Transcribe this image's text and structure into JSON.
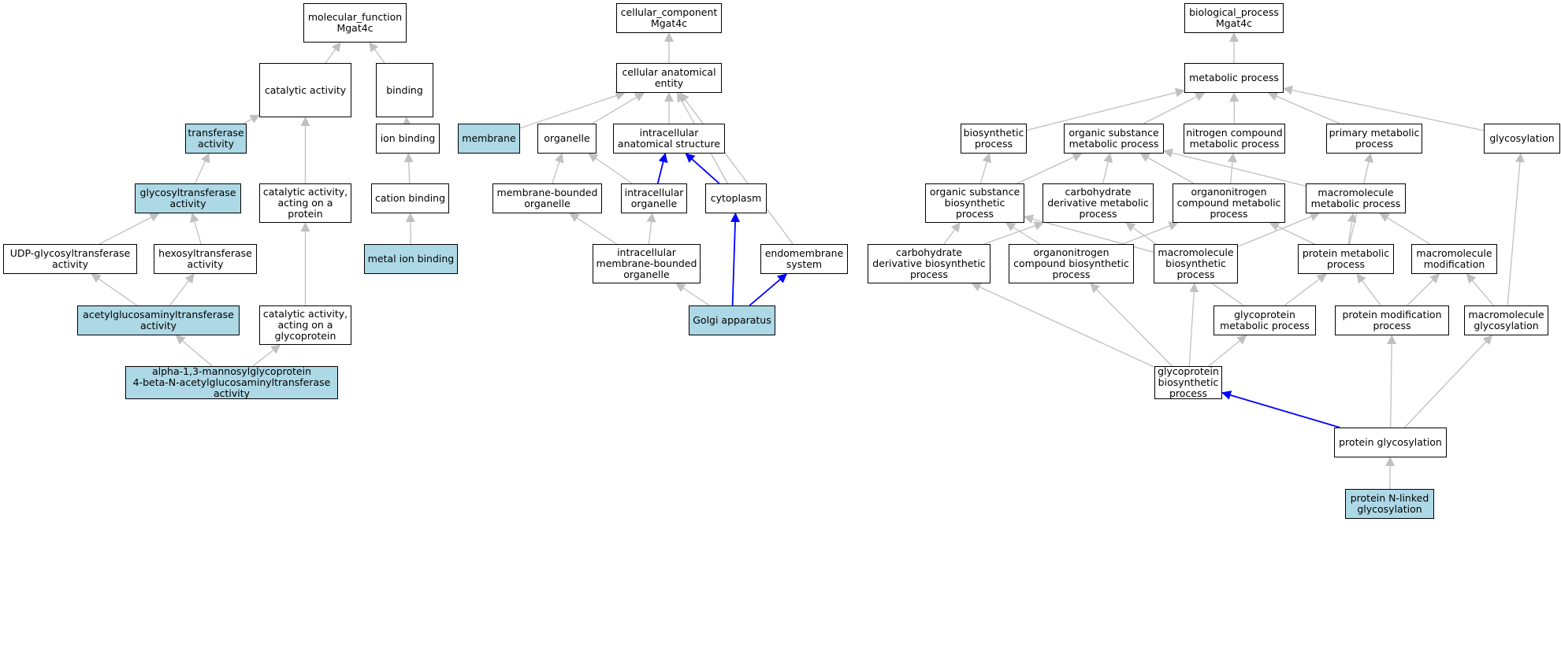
{
  "colors": {
    "highlight_fill": "#add8e6",
    "plain_fill": "#ffffff",
    "edge_gray": "#c0c0c0",
    "edge_blue": "#0000ff",
    "border": "#000000"
  },
  "nodes": {
    "mf_root": {
      "label": "molecular_function\nMgat4c",
      "highlighted": false
    },
    "catalytic": {
      "label": "catalytic activity",
      "highlighted": false
    },
    "binding": {
      "label": "binding",
      "highlighted": false
    },
    "transferase": {
      "label": "transferase\nactivity",
      "highlighted": true
    },
    "ion_binding": {
      "label": "ion binding",
      "highlighted": false
    },
    "glycosyltransferase": {
      "label": "glycosyltransferase\nactivity",
      "highlighted": true
    },
    "cat_protein": {
      "label": "catalytic activity,\nacting on a\nprotein",
      "highlighted": false
    },
    "cation_binding": {
      "label": "cation binding",
      "highlighted": false
    },
    "udp_glyco": {
      "label": "UDP-glycosyltransferase\nactivity",
      "highlighted": false
    },
    "hexosyl": {
      "label": "hexosyltransferase\nactivity",
      "highlighted": false
    },
    "metal_ion": {
      "label": "metal ion binding",
      "highlighted": true
    },
    "acetylglucos": {
      "label": "acetylglucosaminyltransferase\nactivity",
      "highlighted": true
    },
    "cat_glycoprotein": {
      "label": "catalytic activity,\nacting on a\nglycoprotein",
      "highlighted": false
    },
    "alpha13": {
      "label": "alpha-1,3-mannosylglycoprotein\n4-beta-N-acetylglucosaminyltransferase\nactivity",
      "highlighted": true
    },
    "cc_root": {
      "label": "cellular_component\nMgat4c",
      "highlighted": false
    },
    "cae": {
      "label": "cellular anatomical\nentity",
      "highlighted": false
    },
    "membrane": {
      "label": "membrane",
      "highlighted": true
    },
    "organelle": {
      "label": "organelle",
      "highlighted": false
    },
    "ias": {
      "label": "intracellular\nanatomical structure",
      "highlighted": false
    },
    "mbo": {
      "label": "membrane-bounded\norganelle",
      "highlighted": false
    },
    "io": {
      "label": "intracellular\norganelle",
      "highlighted": false
    },
    "cytoplasm": {
      "label": "cytoplasm",
      "highlighted": false
    },
    "imbo": {
      "label": "intracellular\nmembrane-bounded\norganelle",
      "highlighted": false
    },
    "endomembrane": {
      "label": "endomembrane\nsystem",
      "highlighted": false
    },
    "golgi": {
      "label": "Golgi apparatus",
      "highlighted": true
    },
    "bp_root": {
      "label": "biological_process\nMgat4c",
      "highlighted": false
    },
    "metabolic": {
      "label": "metabolic process",
      "highlighted": false
    },
    "biosynthetic": {
      "label": "biosynthetic\nprocess",
      "highlighted": false
    },
    "osmp": {
      "label": "organic substance\nmetabolic process",
      "highlighted": false
    },
    "ncmp": {
      "label": "nitrogen compound\nmetabolic process",
      "highlighted": false
    },
    "pmp": {
      "label": "primary metabolic\nprocess",
      "highlighted": false
    },
    "glycosylation": {
      "label": "glycosylation",
      "highlighted": false
    },
    "osbp": {
      "label": "organic substance\nbiosynthetic\nprocess",
      "highlighted": false
    },
    "cdmp": {
      "label": "carbohydrate\nderivative metabolic\nprocess",
      "highlighted": false
    },
    "ocmp": {
      "label": "organonitrogen\ncompound metabolic\nprocess",
      "highlighted": false
    },
    "mmp": {
      "label": "macromolecule\nmetabolic process",
      "highlighted": false
    },
    "cdbp": {
      "label": "carbohydrate\nderivative biosynthetic\nprocess",
      "highlighted": false
    },
    "ocbp": {
      "label": "organonitrogen\ncompound biosynthetic\nprocess",
      "highlighted": false
    },
    "mbp": {
      "label": "macromolecule\nbiosynthetic\nprocess",
      "highlighted": false
    },
    "protmp": {
      "label": "protein metabolic\nprocess",
      "highlighted": false
    },
    "macmod": {
      "label": "macromolecule\nmodification",
      "highlighted": false
    },
    "gpmp": {
      "label": "glycoprotein\nmetabolic process",
      "highlighted": false
    },
    "pmodp": {
      "label": "protein modification\nprocess",
      "highlighted": false
    },
    "macglyc": {
      "label": "macromolecule\nglycosylation",
      "highlighted": false
    },
    "gpbp": {
      "label": "glycoprotein\nbiosynthetic\nprocess",
      "highlighted": false
    },
    "protglyc": {
      "label": "protein glycosylation",
      "highlighted": false
    },
    "pnlg": {
      "label": "protein N-linked\nglycosylation",
      "highlighted": true
    }
  },
  "edges": [
    {
      "from": "catalytic",
      "to": "mf_root",
      "color": "gray"
    },
    {
      "from": "binding",
      "to": "mf_root",
      "color": "gray"
    },
    {
      "from": "transferase",
      "to": "catalytic",
      "color": "gray"
    },
    {
      "from": "cat_protein",
      "to": "catalytic",
      "color": "gray"
    },
    {
      "from": "ion_binding",
      "to": "binding",
      "color": "gray"
    },
    {
      "from": "glycosyltransferase",
      "to": "transferase",
      "color": "gray"
    },
    {
      "from": "cation_binding",
      "to": "ion_binding",
      "color": "gray"
    },
    {
      "from": "udp_glyco",
      "to": "glycosyltransferase",
      "color": "gray"
    },
    {
      "from": "hexosyl",
      "to": "glycosyltransferase",
      "color": "gray"
    },
    {
      "from": "metal_ion",
      "to": "cation_binding",
      "color": "gray"
    },
    {
      "from": "acetylglucos",
      "to": "udp_glyco",
      "color": "gray"
    },
    {
      "from": "acetylglucos",
      "to": "hexosyl",
      "color": "gray"
    },
    {
      "from": "cat_glycoprotein",
      "to": "cat_protein",
      "color": "gray"
    },
    {
      "from": "alpha13",
      "to": "acetylglucos",
      "color": "gray"
    },
    {
      "from": "alpha13",
      "to": "cat_glycoprotein",
      "color": "gray"
    },
    {
      "from": "cae",
      "to": "cc_root",
      "color": "gray"
    },
    {
      "from": "membrane",
      "to": "cae",
      "color": "gray"
    },
    {
      "from": "organelle",
      "to": "cae",
      "color": "gray"
    },
    {
      "from": "ias",
      "to": "cae",
      "color": "gray"
    },
    {
      "from": "cytoplasm",
      "to": "cae",
      "color": "gray"
    },
    {
      "from": "endomembrane",
      "to": "cae",
      "color": "gray"
    },
    {
      "from": "mbo",
      "to": "organelle",
      "color": "gray"
    },
    {
      "from": "io",
      "to": "organelle",
      "color": "gray"
    },
    {
      "from": "io",
      "to": "ias",
      "color": "blue"
    },
    {
      "from": "cytoplasm",
      "to": "ias",
      "color": "blue"
    },
    {
      "from": "imbo",
      "to": "mbo",
      "color": "gray"
    },
    {
      "from": "imbo",
      "to": "io",
      "color": "gray"
    },
    {
      "from": "golgi",
      "to": "imbo",
      "color": "gray"
    },
    {
      "from": "golgi",
      "to": "cytoplasm",
      "color": "blue"
    },
    {
      "from": "golgi",
      "to": "endomembrane",
      "color": "blue"
    },
    {
      "from": "metabolic",
      "to": "bp_root",
      "color": "gray"
    },
    {
      "from": "biosynthetic",
      "to": "metabolic",
      "color": "gray"
    },
    {
      "from": "osmp",
      "to": "metabolic",
      "color": "gray"
    },
    {
      "from": "ncmp",
      "to": "metabolic",
      "color": "gray"
    },
    {
      "from": "pmp",
      "to": "metabolic",
      "color": "gray"
    },
    {
      "from": "glycosylation",
      "to": "metabolic",
      "color": "gray"
    },
    {
      "from": "osbp",
      "to": "biosynthetic",
      "color": "gray"
    },
    {
      "from": "osbp",
      "to": "osmp",
      "color": "gray"
    },
    {
      "from": "cdmp",
      "to": "osmp",
      "color": "gray"
    },
    {
      "from": "ocmp",
      "to": "osmp",
      "color": "gray"
    },
    {
      "from": "ocmp",
      "to": "ncmp",
      "color": "gray"
    },
    {
      "from": "mmp",
      "to": "osmp",
      "color": "gray"
    },
    {
      "from": "cdbp",
      "to": "osbp",
      "color": "gray"
    },
    {
      "from": "cdbp",
      "to": "cdmp",
      "color": "gray"
    },
    {
      "from": "ocbp",
      "to": "osbp",
      "color": "gray"
    },
    {
      "from": "ocbp",
      "to": "ocmp",
      "color": "gray"
    },
    {
      "from": "mbp",
      "to": "osbp",
      "color": "gray"
    },
    {
      "from": "mbp",
      "to": "mmp",
      "color": "gray"
    },
    {
      "from": "protmp",
      "to": "ocmp",
      "color": "gray"
    },
    {
      "from": "protmp",
      "to": "mmp",
      "color": "gray"
    },
    {
      "from": "protmp",
      "to": "pmp",
      "color": "gray"
    },
    {
      "from": "macmod",
      "to": "mmp",
      "color": "gray"
    },
    {
      "from": "gpmp",
      "to": "cdmp",
      "color": "gray"
    },
    {
      "from": "gpmp",
      "to": "protmp",
      "color": "gray"
    },
    {
      "from": "pmodp",
      "to": "protmp",
      "color": "gray"
    },
    {
      "from": "pmodp",
      "to": "macmod",
      "color": "gray"
    },
    {
      "from": "macglyc",
      "to": "macmod",
      "color": "gray"
    },
    {
      "from": "macglyc",
      "to": "glycosylation",
      "color": "gray"
    },
    {
      "from": "gpbp",
      "to": "cdbp",
      "color": "gray"
    },
    {
      "from": "gpbp",
      "to": "ocbp",
      "color": "gray"
    },
    {
      "from": "gpbp",
      "to": "mbp",
      "color": "gray"
    },
    {
      "from": "gpbp",
      "to": "gpmp",
      "color": "gray"
    },
    {
      "from": "protglyc",
      "to": "gpbp",
      "color": "blue"
    },
    {
      "from": "protglyc",
      "to": "pmodp",
      "color": "gray"
    },
    {
      "from": "protglyc",
      "to": "macglyc",
      "color": "gray"
    },
    {
      "from": "pnlg",
      "to": "protglyc",
      "color": "gray"
    }
  ]
}
